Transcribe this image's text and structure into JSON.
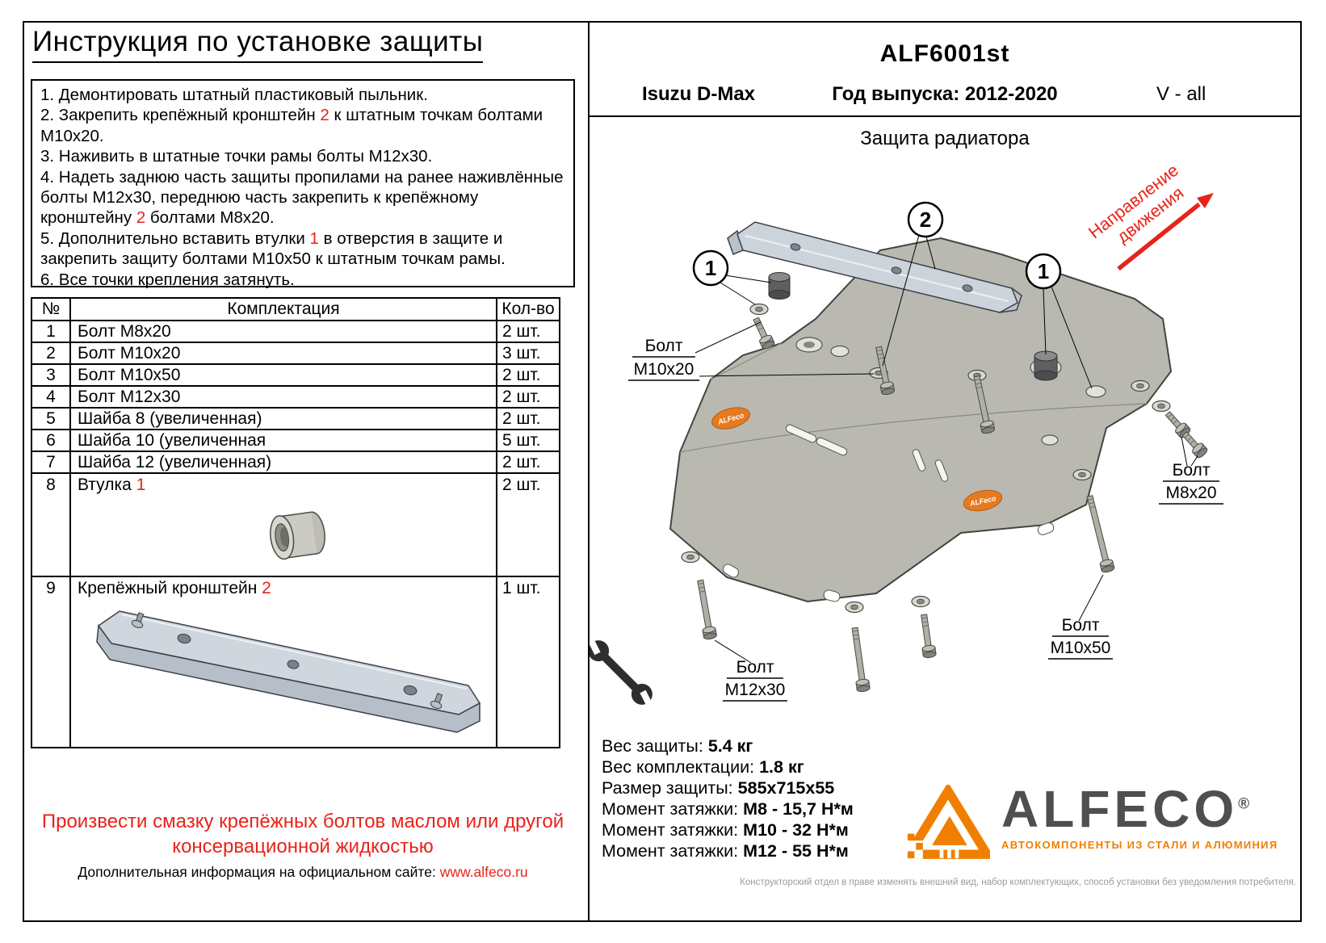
{
  "left": {
    "title": "Инструкция по установке защиты",
    "instructions": [
      {
        "segments": [
          {
            "text": "1. Демонтировать штатный пластиковый пыльник."
          }
        ]
      },
      {
        "segments": [
          {
            "text": "2. Закрепить крепёжный кронштейн "
          },
          {
            "text": "2",
            "red": true
          },
          {
            "text": " к штатным точкам болтами М10х20."
          }
        ]
      },
      {
        "segments": [
          {
            "text": "3. Наживить в штатные точки рамы болты М12х30."
          }
        ]
      },
      {
        "segments": [
          {
            "text": "4. Надеть заднюю часть защиты пропилами на ранее наживлённые болты М12х30, переднюю часть закрепить к крепёжному кронштейну "
          },
          {
            "text": "2",
            "red": true
          },
          {
            "text": " болтами М8х20."
          }
        ]
      },
      {
        "segments": [
          {
            "text": "5. Дополнительно вставить втулки "
          },
          {
            "text": "1",
            "red": true
          },
          {
            "text": " в отверстия в защите и закрепить защиту болтами М10х50 к штатным точкам рамы."
          }
        ]
      },
      {
        "segments": [
          {
            "text": "6. Все точки крепления затянуть."
          }
        ]
      }
    ],
    "table": {
      "col_num": "№",
      "col_name": "Комплектация",
      "col_qty": "Кол-во",
      "rows": [
        {
          "num": "1",
          "name": "Болт М8х20",
          "qty": "2 шт."
        },
        {
          "num": "2",
          "name": "Болт М10х20",
          "qty": "3 шт."
        },
        {
          "num": "3",
          "name": "Болт М10х50",
          "qty": "2 шт."
        },
        {
          "num": "4",
          "name": "Болт М12х30",
          "qty": "2 шт."
        },
        {
          "num": "5",
          "name": "Шайба 8 (увеличенная)",
          "qty": "2 шт."
        },
        {
          "num": "6",
          "name": "Шайба 10 (увеличенная",
          "qty": "5 шт."
        },
        {
          "num": "7",
          "name": "Шайба 12 (увеличенная)",
          "qty": "2 шт."
        },
        {
          "num": "8",
          "name": "Втулка ",
          "name_ref": "1",
          "qty": "2 шт."
        },
        {
          "num": "9",
          "name": "Крепёжный кронштейн ",
          "name_ref": "2",
          "qty": "1 шт."
        }
      ]
    },
    "lubricate_note_line1": "Произвести смазку крепёжных болтов маслом или другой",
    "lubricate_note_line2": "консервационной жидкостью",
    "footer_text": "Дополнительная информация на официальном сайте: ",
    "footer_link": "www.alfeco.ru"
  },
  "right": {
    "part_code": "ALF6001st",
    "vehicle": "Isuzu D-Max",
    "years": "Год выпуска: 2012-2020",
    "engine": "V - all",
    "diagram_title": "Защита радиатора",
    "direction_line1": "Направление",
    "direction_line2": "движения",
    "circle_labels": [
      "1",
      "2",
      "1"
    ],
    "callouts": {
      "bolt_m10x20": {
        "line1": "Болт",
        "line2": "М10х20"
      },
      "bolt_m8x20": {
        "line1": "Болт",
        "line2": "М8х20"
      },
      "bolt_m10x50": {
        "line1": "Болт",
        "line2": "М10х50"
      },
      "bolt_m12x30": {
        "line1": "Болт",
        "line2": "М12х30"
      }
    },
    "plate_logo": "ALFeco",
    "specs": [
      {
        "label": "Вес защиты:",
        "value": "5.4 кг"
      },
      {
        "label": "Вес комплектации:",
        "value": "1.8 кг"
      },
      {
        "label": "Размер защиты:",
        "value": "585х715х55"
      },
      {
        "label": "Момент затяжки:",
        "value": "М8 - 15,7 Н*м"
      },
      {
        "label": "Момент затяжки:",
        "value": "М10 - 32 Н*м"
      },
      {
        "label": "Момент затяжки:",
        "value": "М12 - 55 Н*м"
      }
    ],
    "brand": {
      "name": "ALFECO",
      "reg_mark": "®",
      "tagline": "АВТОКОМПОНЕНТЫ ИЗ СТАЛИ И АЛЮМИНИЯ"
    },
    "disclaimer": "Конструкторский отдел в праве изменять внешний вид, набор комплектующих, способ установки без уведомления потребителя."
  },
  "colors": {
    "accent_red": "#e8231a",
    "brand_orange": "#f07f00",
    "metal_gray": "#b9b9b2"
  }
}
